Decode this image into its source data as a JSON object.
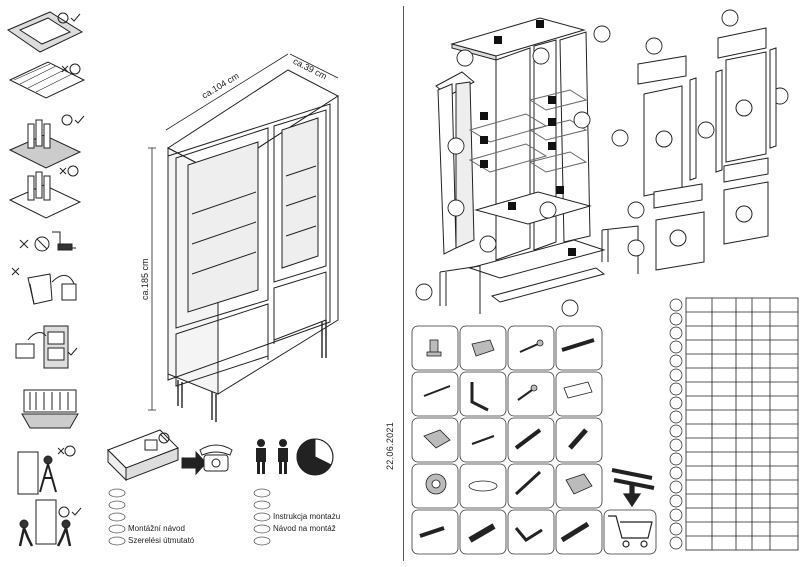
{
  "dimensions": {
    "width": "ca.104 cm",
    "depth": "ca.39 cm",
    "height": "ca.185 cm"
  },
  "manual_labels_left": [
    "Montážní návod",
    "Szerelési útmutató"
  ],
  "manual_labels_right": [
    "Instrukcja montażu",
    "Návod na montáž"
  ],
  "date": "22.06.2021",
  "parts_table": {
    "rows": 18,
    "columns": 5
  },
  "colors": {
    "line": "#222222",
    "shade": "#bbbbbb",
    "highlight": "#000000"
  }
}
